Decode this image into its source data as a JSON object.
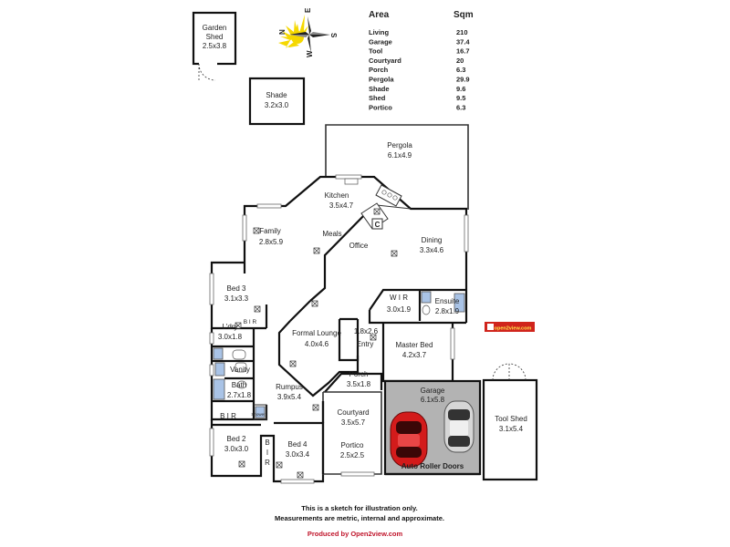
{
  "compass": {
    "n": "N",
    "e": "E",
    "s": "S",
    "w": "W"
  },
  "area_table": {
    "header_area": "Area",
    "header_sqm": "Sqm",
    "rows": [
      {
        "name": "Living",
        "sqm": "210"
      },
      {
        "name": "Garage",
        "sqm": "37.4"
      },
      {
        "name": "Tool",
        "sqm": "16.7"
      },
      {
        "name": "Courtyard",
        "sqm": "20"
      },
      {
        "name": "Porch",
        "sqm": "6.3"
      },
      {
        "name": "Pergola",
        "sqm": "29.9"
      },
      {
        "name": "Shade",
        "sqm": "9.6"
      },
      {
        "name": "Shed",
        "sqm": "9.5"
      },
      {
        "name": "Portico",
        "sqm": "6.3"
      }
    ]
  },
  "rooms": {
    "garden_shed": {
      "name1": "Garden",
      "name2": "Shed",
      "dims": "2.5x3.8"
    },
    "shade": {
      "name": "Shade",
      "dims": "3.2x3.0"
    },
    "pergola": {
      "name": "Pergola",
      "dims": "6.1x4.9"
    },
    "kitchen": {
      "name": "Kitchen",
      "dims": "3.5x4.7"
    },
    "family": {
      "name": "Family",
      "dims": "2.8x5.9"
    },
    "meals": {
      "name": "Meals"
    },
    "office": {
      "name": "Office"
    },
    "dining": {
      "name": "Dining",
      "dims": "3.3x4.6"
    },
    "bed3": {
      "name": "Bed 3",
      "dims": "3.1x3.3"
    },
    "bir_bed3": {
      "name": "B I R"
    },
    "ldry": {
      "name": "L'dry",
      "dims": "3.0x1.8"
    },
    "vanity": {
      "name": "Vanity"
    },
    "bath": {
      "name": "Bath",
      "dims": "2.7x1.8"
    },
    "shower": {
      "name": "Shower"
    },
    "formal_lounge": {
      "name": "Formal Lounge",
      "dims": "4.0x4.6"
    },
    "entry": {
      "name": "Entry",
      "dims": "1.8x2.6"
    },
    "wir": {
      "name": "W I R",
      "dims": "3.0x1.9"
    },
    "ensuite": {
      "name": "Ensuite",
      "dims": "2.8x1.9"
    },
    "master_bed": {
      "name": "Master Bed",
      "dims": "4.2x3.7"
    },
    "rumpus": {
      "name": "Rumpus",
      "dims": "3.9x5.4"
    },
    "porch": {
      "name": "Porch",
      "dims": "3.5x1.8"
    },
    "bir_bed2": {
      "name": "B I R"
    },
    "bed2": {
      "name": "Bed 2",
      "dims": "3.0x3.0"
    },
    "bir_vertical": {
      "l1": "B",
      "l2": "I",
      "l3": "R"
    },
    "bed4": {
      "name": "Bed 4",
      "dims": "3.0x3.4"
    },
    "courtyard": {
      "name": "Courtyard",
      "dims": "3.5x5.7"
    },
    "portico": {
      "name": "Portico",
      "dims": "2.5x2.5"
    },
    "garage": {
      "name": "Garage",
      "dims": "6.1x5.8",
      "doors": "Auto Roller Doors"
    },
    "tool_shed": {
      "name": "Tool Shed",
      "dims": "3.1x5.4"
    }
  },
  "fixtures": {
    "fridge_letter": "C"
  },
  "footer": {
    "line1": "This is a sketch for illustration only.",
    "line2": "Measurements are metric, internal and approximate.",
    "produced_by": "Produced by Open2view.com"
  },
  "logo_text": "open2view.com",
  "colors": {
    "wet_area": "#a9c3e6",
    "garage_floor": "#b3b3b3",
    "compass_star": "#f5d800",
    "car_red": "#d31b1b",
    "brand_red": "#c0152b"
  }
}
